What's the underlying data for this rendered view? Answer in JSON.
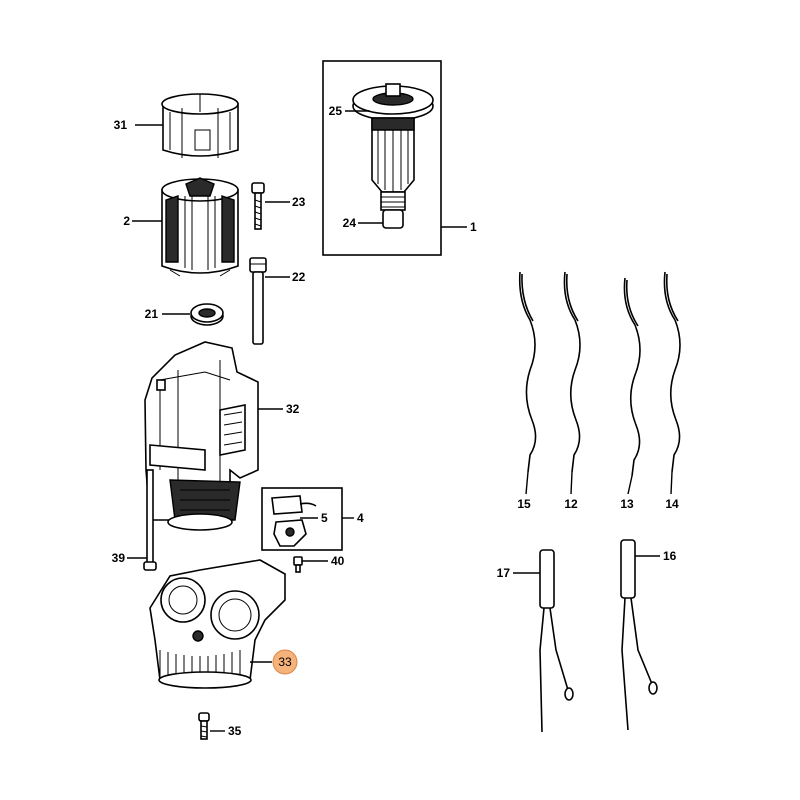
{
  "callouts": [
    {
      "id": "1",
      "label": "1"
    },
    {
      "id": "2",
      "label": "2"
    },
    {
      "id": "4",
      "label": "4"
    },
    {
      "id": "5",
      "label": "5"
    },
    {
      "id": "12",
      "label": "12"
    },
    {
      "id": "13",
      "label": "13"
    },
    {
      "id": "14",
      "label": "14"
    },
    {
      "id": "15",
      "label": "15"
    },
    {
      "id": "16",
      "label": "16"
    },
    {
      "id": "17",
      "label": "17"
    },
    {
      "id": "21",
      "label": "21"
    },
    {
      "id": "22",
      "label": "22"
    },
    {
      "id": "23",
      "label": "23"
    },
    {
      "id": "24",
      "label": "24"
    },
    {
      "id": "25",
      "label": "25"
    },
    {
      "id": "31",
      "label": "31"
    },
    {
      "id": "32",
      "label": "32"
    },
    {
      "id": "33",
      "label": "33"
    },
    {
      "id": "35",
      "label": "35"
    },
    {
      "id": "39",
      "label": "39"
    },
    {
      "id": "40",
      "label": "40"
    }
  ],
  "highlighted_callout": "33",
  "colors": {
    "line": "#000000",
    "background": "#ffffff",
    "highlight": "#f5b27a",
    "highlight_stroke": "#d9874a"
  }
}
